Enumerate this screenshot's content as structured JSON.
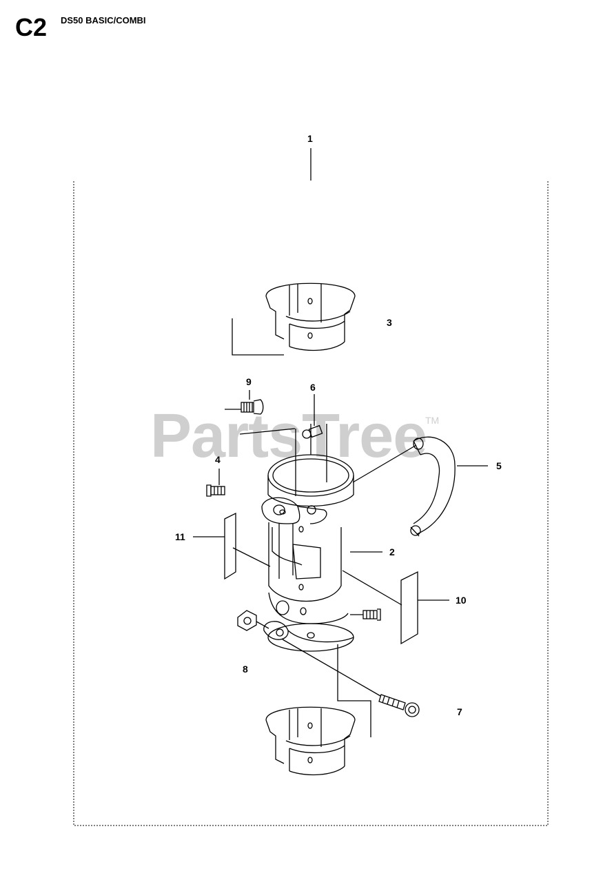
{
  "header": {
    "section_code": "C2",
    "model": "DS50 BASIC/COMBI"
  },
  "watermark": {
    "text": "PartsTree",
    "trademark": "TM"
  },
  "callouts": [
    {
      "id": "1",
      "label": "1"
    },
    {
      "id": "2",
      "label": "2"
    },
    {
      "id": "3",
      "label": "3"
    },
    {
      "id": "4",
      "label": "4"
    },
    {
      "id": "5",
      "label": "5"
    },
    {
      "id": "6",
      "label": "6"
    },
    {
      "id": "7",
      "label": "7"
    },
    {
      "id": "8",
      "label": "8"
    },
    {
      "id": "9",
      "label": "9"
    },
    {
      "id": "10",
      "label": "10"
    },
    {
      "id": "11",
      "label": "11"
    }
  ],
  "colors": {
    "line": "#000000",
    "watermark": "#cfcfcf"
  }
}
